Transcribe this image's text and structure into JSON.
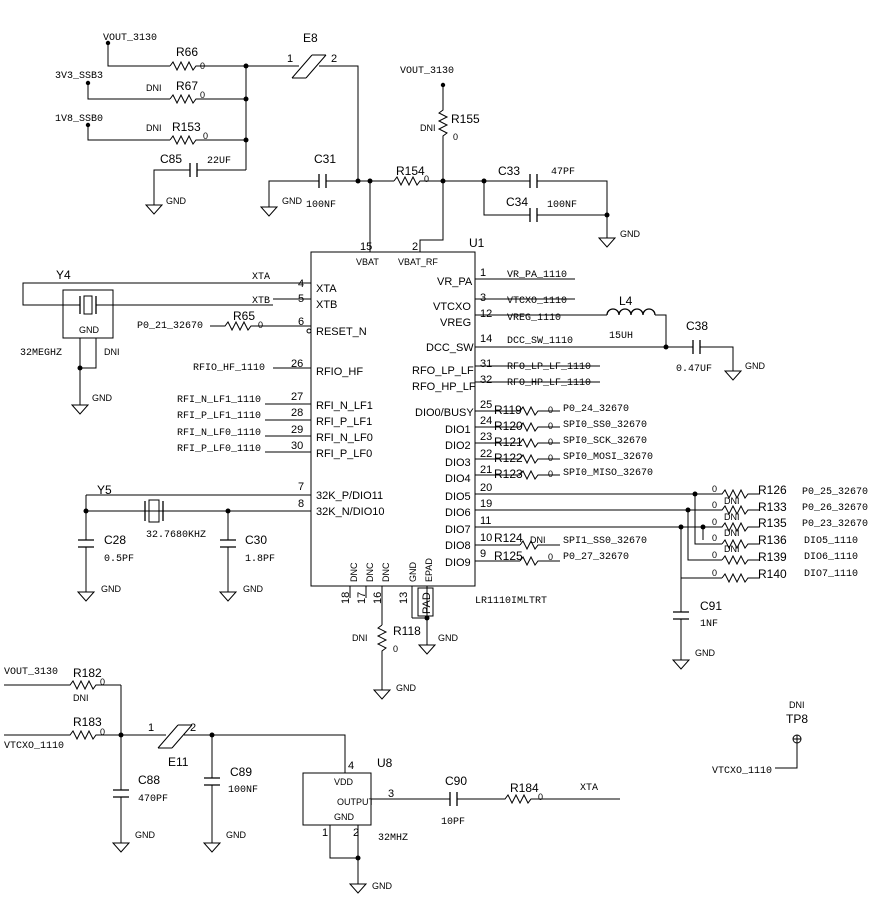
{
  "u1": {
    "ref": "U1",
    "part": "LR1110IMLTRT",
    "left_pins": [
      {
        "num": "4",
        "name": "XTA"
      },
      {
        "num": "5",
        "name": "XTB"
      },
      {
        "num": "6",
        "name": "RESET_N"
      },
      {
        "num": "26",
        "name": "RFIO_HF"
      },
      {
        "num": "27",
        "name": "RFI_N_LF1"
      },
      {
        "num": "28",
        "name": "RFI_P_LF1"
      },
      {
        "num": "29",
        "name": "RFI_N_LF0"
      },
      {
        "num": "30",
        "name": "RFI_P_LF0"
      },
      {
        "num": "7",
        "name": "32K_P/DIO11"
      },
      {
        "num": "8",
        "name": "32K_N/DIO10"
      }
    ],
    "right_pins": [
      {
        "num": "1",
        "name": "VR_PA"
      },
      {
        "num": "3",
        "name": "VTCXO"
      },
      {
        "num": "12",
        "name": "VREG"
      },
      {
        "num": "14",
        "name": "DCC_SW"
      },
      {
        "num": "31",
        "name": "RFO_LP_LF"
      },
      {
        "num": "32",
        "name": "RFO_HP_LF"
      },
      {
        "num": "25",
        "name": "DIO0/BUSY"
      },
      {
        "num": "24",
        "name": "DIO1"
      },
      {
        "num": "23",
        "name": "DIO2"
      },
      {
        "num": "22",
        "name": "DIO3"
      },
      {
        "num": "21",
        "name": "DIO4"
      },
      {
        "num": "20",
        "name": "DIO5"
      },
      {
        "num": "19",
        "name": "DIO6"
      },
      {
        "num": "11",
        "name": "DIO7"
      },
      {
        "num": "10",
        "name": "DIO8"
      },
      {
        "num": "9",
        "name": "DIO9"
      }
    ],
    "top_pins": [
      {
        "num": "15",
        "name": "VBAT"
      },
      {
        "num": "2",
        "name": "VBAT_RF"
      }
    ],
    "bottom_pins": [
      {
        "num": "18",
        "name": "DNC"
      },
      {
        "num": "17",
        "name": "DNC"
      },
      {
        "num": "16",
        "name": "DNC"
      },
      {
        "num": "13",
        "name": "GND"
      },
      {
        "num": "",
        "name": "EPAD"
      }
    ],
    "pad_label": "PAD"
  },
  "nets": {
    "vout_3130": "VOUT_3130",
    "v3v3_ssb3": "3V3_SSB3",
    "v1v8_ssb0": "1V8_SSB0",
    "gnd": "GND",
    "xta": "XTA",
    "xtb": "XTB",
    "p0_21": "P0_21_32670",
    "rfio_hf": "RFIO_HF_1110",
    "rfi_n_lf1": "RFI_N_LF1_1110",
    "rfi_p_lf1": "RFI_P_LF1_1110",
    "rfi_n_lf0": "RFI_N_LF0_1110",
    "rfi_p_lf0": "RFI_P_LF0_1110",
    "vr_pa": "VR_PA_1110",
    "vtcxo": "VTCXO_1110",
    "vreg": "VREG_1110",
    "dcc_sw": "DCC_SW_1110",
    "rfo_lp": "RFO_LP_LF_1110",
    "rfo_hp": "RFO_HP_LF_1110",
    "p0_24": "P0_24_32670",
    "spi0_ss0": "SPI0_SS0_32670",
    "spi0_sck": "SPI0_SCK_32670",
    "spi0_mosi": "SPI0_MOSI_32670",
    "spi0_miso": "SPI0_MISO_32670",
    "spi1_ss0": "SPI1_SS0_32670",
    "p0_27": "P0_27_32670",
    "p0_25": "P0_25_32670",
    "p0_26": "P0_26_32670",
    "p0_23": "P0_23_32670",
    "dio5": "DIO5_1110",
    "dio6": "DIO6_1110",
    "dio7": "DIO7_1110"
  },
  "parts": {
    "r66": {
      "ref": "R66",
      "val": "0"
    },
    "r67": {
      "ref": "R67",
      "val": "0",
      "note": "DNI"
    },
    "r153": {
      "ref": "R153",
      "val": "0",
      "note": "DNI"
    },
    "c85": {
      "ref": "C85",
      "val": "22UF"
    },
    "e8": {
      "ref": "E8",
      "p1": "1",
      "p2": "2"
    },
    "c31": {
      "ref": "C31",
      "val": "100NF"
    },
    "r154": {
      "ref": "R154",
      "val": "0"
    },
    "r155": {
      "ref": "R155",
      "val": "0",
      "note": "DNI"
    },
    "c33": {
      "ref": "C33",
      "val": "47PF"
    },
    "c34": {
      "ref": "C34",
      "val": "100NF"
    },
    "y4": {
      "ref": "Y4",
      "val": "32MEGHZ",
      "note": "DNI",
      "gnd": "GND"
    },
    "r65": {
      "ref": "R65",
      "val": "0"
    },
    "l4": {
      "ref": "L4",
      "val": "15UH"
    },
    "c38": {
      "ref": "C38",
      "val": "0.47UF"
    },
    "y5": {
      "ref": "Y5",
      "val": "32.7680KHZ"
    },
    "c28": {
      "ref": "C28",
      "val": "0.5PF"
    },
    "c30": {
      "ref": "C30",
      "val": "1.8PF"
    },
    "r118": {
      "ref": "R118",
      "val": "0",
      "note": "DNI"
    },
    "r119": {
      "ref": "R119",
      "val": "0"
    },
    "r120": {
      "ref": "R120",
      "val": "0"
    },
    "r121": {
      "ref": "R121",
      "val": "0"
    },
    "r122": {
      "ref": "R122",
      "val": "0"
    },
    "r123": {
      "ref": "R123",
      "val": "0"
    },
    "r124": {
      "ref": "R124",
      "val": "DNI"
    },
    "r125": {
      "ref": "R125",
      "val": "0"
    },
    "r126": {
      "ref": "R126",
      "val": "0",
      "note": "DNI"
    },
    "r133": {
      "ref": "R133",
      "val": "0",
      "note": "DNI"
    },
    "r135": {
      "ref": "R135",
      "val": "0",
      "note": "DNI"
    },
    "r136": {
      "ref": "R136",
      "val": "0",
      "note": "DNI"
    },
    "r139": {
      "ref": "R139",
      "val": "0"
    },
    "r140": {
      "ref": "R140",
      "val": "0"
    },
    "c91": {
      "ref": "C91",
      "val": "1NF"
    },
    "r182": {
      "ref": "R182",
      "val": "0",
      "note": "DNI"
    },
    "r183": {
      "ref": "R183",
      "val": "0"
    },
    "e11": {
      "ref": "E11",
      "p1": "1",
      "p2": "2"
    },
    "c88": {
      "ref": "C88",
      "val": "470PF"
    },
    "c89": {
      "ref": "C89",
      "val": "100NF"
    },
    "u8": {
      "ref": "U8",
      "val": "32MHZ",
      "vdd": "VDD",
      "output": "OUTPUT",
      "gnd": "GND",
      "p4": "4",
      "p3": "3",
      "p1": "1",
      "p2": "2"
    },
    "c90": {
      "ref": "C90",
      "val": "10PF"
    },
    "r184": {
      "ref": "R184",
      "val": "0"
    },
    "tp8": {
      "ref": "TP8",
      "note": "DNI"
    }
  }
}
